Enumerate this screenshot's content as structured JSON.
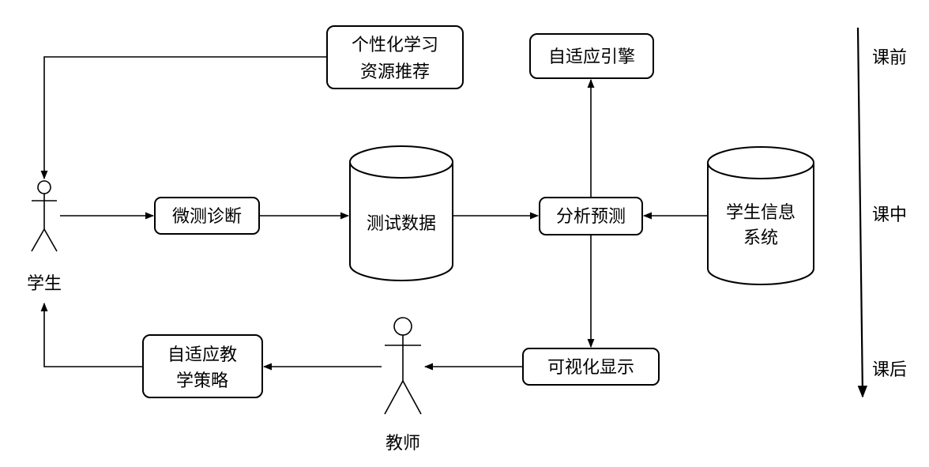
{
  "nodes": {
    "student": "学生",
    "teacher": "教师",
    "micro_test": "微测诊断",
    "test_data": "测试数据",
    "analysis": "分析预测",
    "adaptive_engine": "自适应引擎",
    "personalized_resources": [
      "个性化学习",
      "资源推荐"
    ],
    "student_info_system": [
      "学生信息",
      "系统"
    ],
    "visualization": "可视化显示",
    "adaptive_strategy": [
      "自适应教",
      "学策略"
    ]
  },
  "timeline": {
    "before": "课前",
    "during": "课中",
    "after": "课后"
  }
}
